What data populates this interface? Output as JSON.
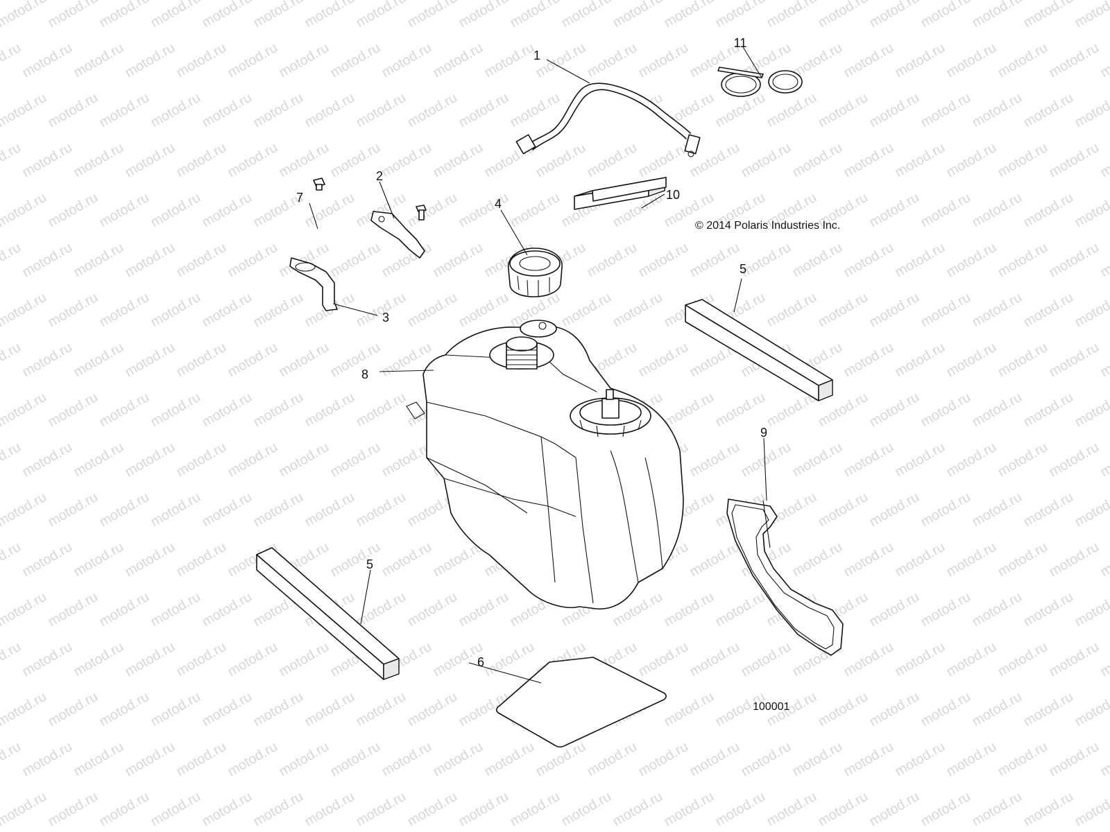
{
  "diagram": {
    "watermark_text": "motod.ru",
    "copyright": "© 2014 Polaris Industries Inc.",
    "figure_number": "100001",
    "callouts": [
      "1",
      "2",
      "3",
      "4",
      "5",
      "5",
      "6",
      "7",
      "8",
      "9",
      "10",
      "11"
    ],
    "colors": {
      "line": "#111111",
      "watermark": "#d6d6d6",
      "background": "#ffffff"
    }
  }
}
